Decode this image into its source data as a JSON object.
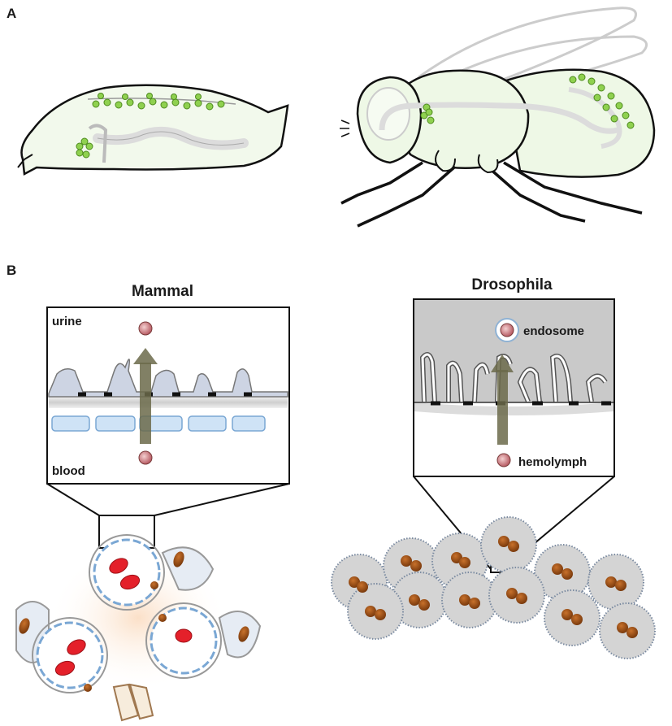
{
  "panel_a": {
    "label": "A"
  },
  "panel_b": {
    "label": "B",
    "mammal": {
      "title": "Mammal",
      "top_label": "urine",
      "bottom_label": "blood"
    },
    "drosophila": {
      "title": "Drosophila",
      "top_label": "endosome",
      "bottom_label": "hemolymph"
    }
  },
  "colors": {
    "green_cells": "#8fd14f",
    "body_fill": "#f1f9ea",
    "arrow": "#6b6a4a",
    "red_blood": "#e4202a",
    "nucleus": "#9a4a12",
    "cell_grey": "#bcbcbc",
    "blue_cell": "#cfe3f6"
  }
}
